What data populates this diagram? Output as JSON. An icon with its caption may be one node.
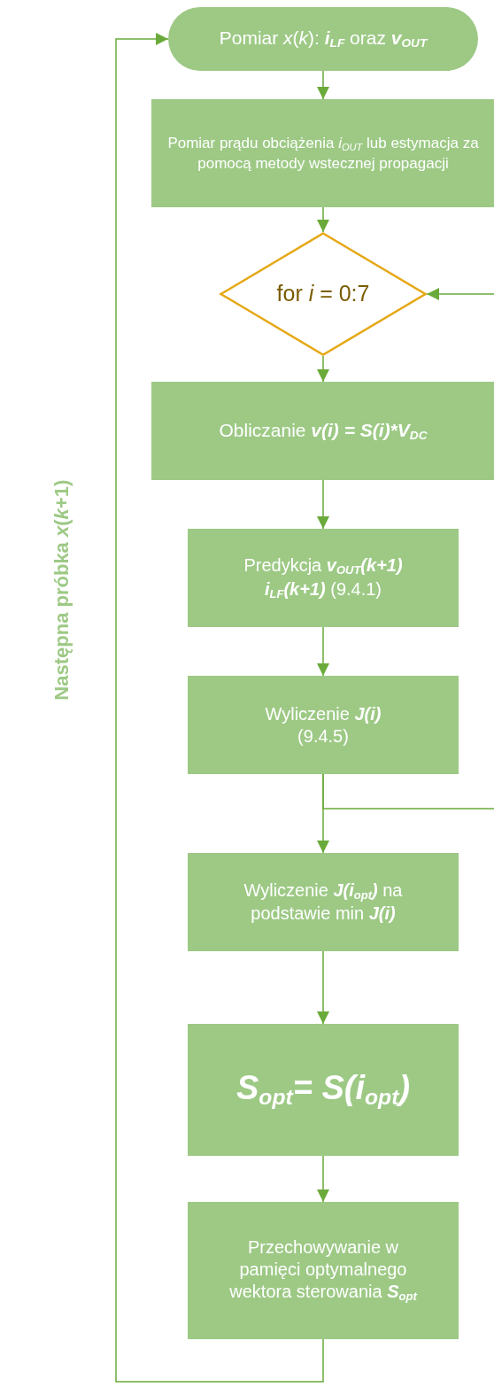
{
  "diagram": {
    "nodes": [
      {
        "text": [
          "Pomiar *x*(*k*):  **i**$_{LF}$ oraz **v**$_{OUT}$"
        ]
      },
      {
        "text": [
          "Pomiar prądu obciążenia *i*$_{OUT}$ lub estymacja za pomocą metody wstecznej propagacji"
        ]
      },
      {
        "text": [
          "for *i* = 0:7"
        ]
      },
      {
        "text": [
          "Obliczanie **v(i) = S(i)*V**$_{DC}$"
        ]
      },
      {
        "text": [
          "Predykcja **v**$_{OUT}$**(k+1)** **i**$_{LF}$**(k+1)** (9.4.1)"
        ]
      },
      {
        "text": [
          "Wyliczenie **J(i)** (9.4.5)"
        ]
      },
      {
        "text": [
          "Wyliczenie **J(i**$_{opt}$**)** na podstawie min **J(i)**"
        ]
      },
      {
        "text": [
          "S$_{opt}$= S(i$_{opt}$)"
        ]
      },
      {
        "text": [
          "Przechowywanie w pamięci optymalnego wektora sterowania **S**$_{opt}$"
        ]
      }
    ],
    "edges": [
      {
        "from": 0,
        "to": 1,
        "arrow": "to"
      },
      {
        "from": 1,
        "to": 2,
        "arrow": "to"
      },
      {
        "from": 2,
        "to": 3,
        "arrow": "to"
      },
      {
        "from": 3,
        "to": 4,
        "arrow": "to"
      },
      {
        "from": 4,
        "to": 5,
        "arrow": "to"
      },
      {
        "from": 5,
        "to": 6,
        "arrow": "to"
      },
      {
        "from": 5,
        "to": 2,
        "arrow": "to"
      },
      {
        "from": 6,
        "to": 7,
        "arrow": "to"
      },
      {
        "from": 7,
        "to": 8,
        "arrow": "to"
      },
      {
        "from": 8,
        "to": 0,
        "arrow": "to",
        "label": "Następna próbka *x*(*k*+1)"
      }
    ]
  }
}
